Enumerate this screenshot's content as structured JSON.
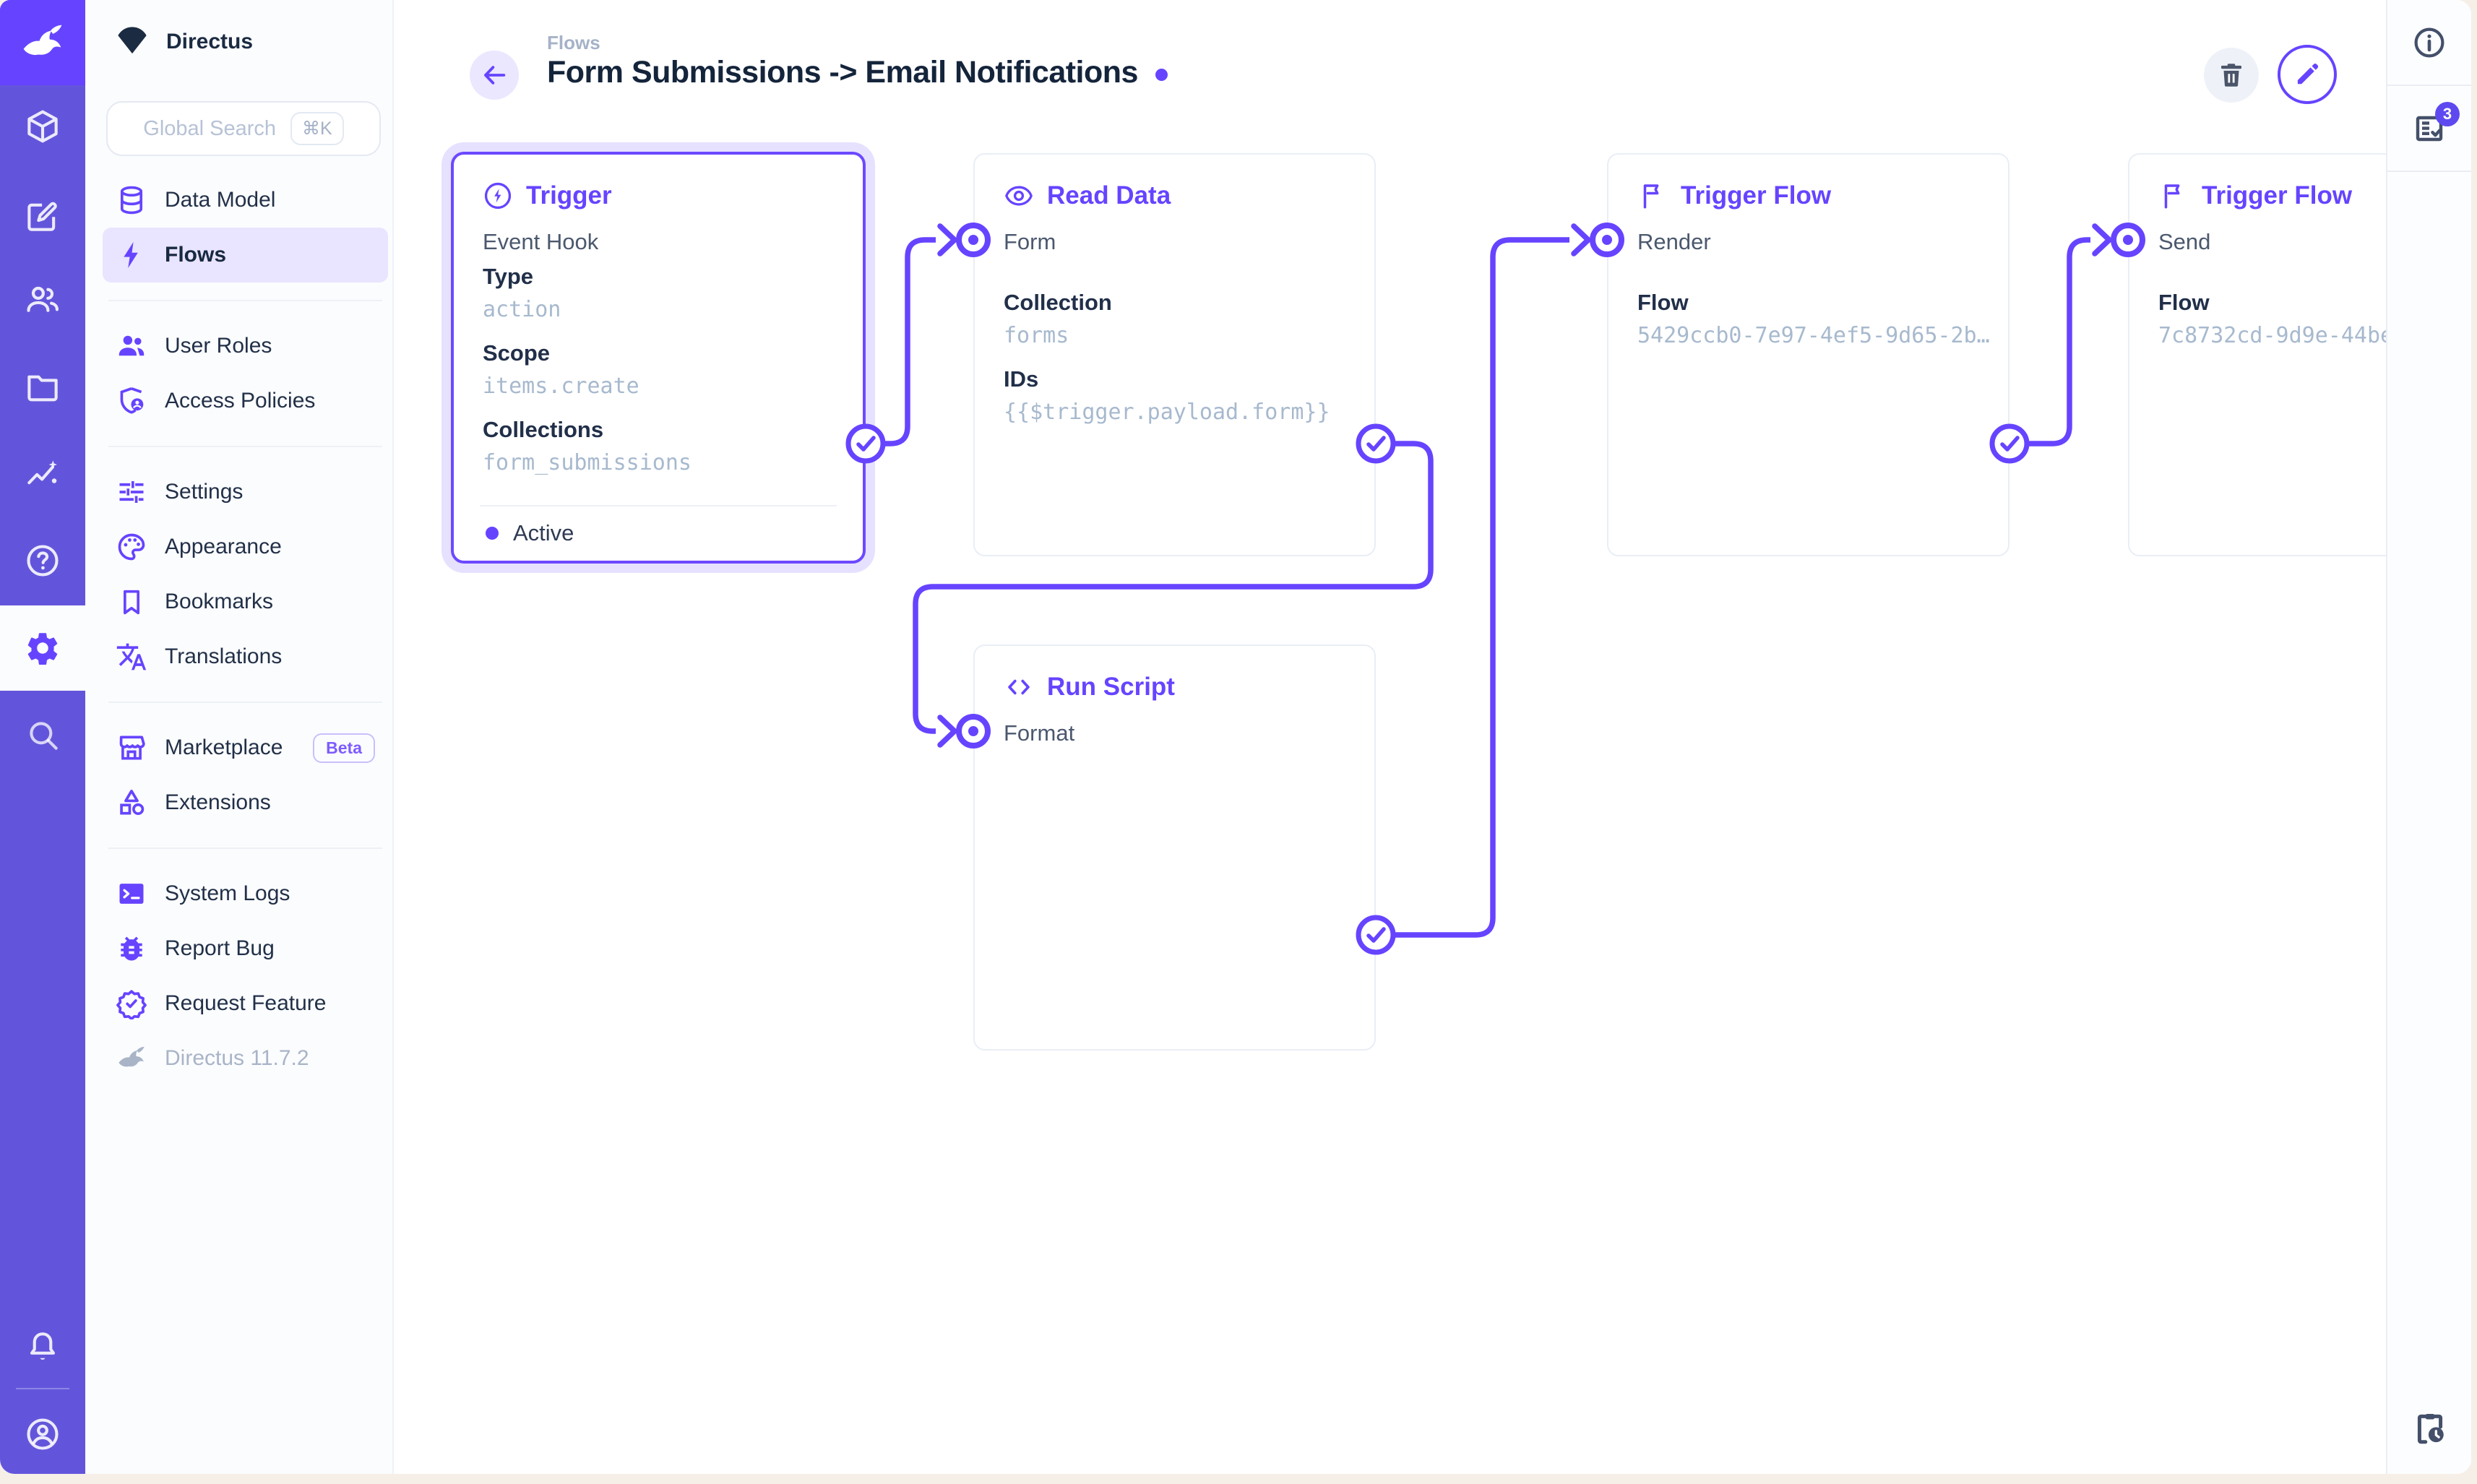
{
  "project": {
    "name": "Directus"
  },
  "colors": {
    "accent": "#6644FF",
    "module_bar": "#6355DB",
    "logo_block": "#6644FF",
    "wire": "#6644FF",
    "selected_glow": "#E2DCFF",
    "mono_value_text": "#A7B9CE",
    "badge_bg": "#5E49F0"
  },
  "module_bar": {
    "icons": [
      "directus-rabbit-logo",
      "box-icon",
      "edit-icon",
      "people-icon",
      "folder-icon",
      "insights-icon",
      "help-icon",
      "settings-icon",
      "search-icon",
      "bell-icon",
      "account-icon"
    ],
    "active_module": "settings"
  },
  "nav": {
    "search": {
      "placeholder": "Global Search",
      "shortcut": "⌘K"
    },
    "items": [
      {
        "label": "Data Model",
        "icon": "database-icon"
      },
      {
        "label": "Flows",
        "icon": "bolt-icon",
        "active": true
      },
      {
        "label": "User Roles",
        "icon": "people-icon"
      },
      {
        "label": "Access Policies",
        "icon": "shield-user-icon"
      },
      {
        "label": "Settings",
        "icon": "tune-icon"
      },
      {
        "label": "Appearance",
        "icon": "palette-icon"
      },
      {
        "label": "Bookmarks",
        "icon": "bookmark-icon"
      },
      {
        "label": "Translations",
        "icon": "translate-icon"
      },
      {
        "label": "Marketplace",
        "icon": "storefront-icon",
        "badge": "Beta"
      },
      {
        "label": "Extensions",
        "icon": "extension-icon"
      },
      {
        "label": "System Logs",
        "icon": "terminal-icon"
      },
      {
        "label": "Report Bug",
        "icon": "bug-icon"
      },
      {
        "label": "Request Feature",
        "icon": "feature-badge-icon"
      },
      {
        "label": "Directus 11.7.2",
        "icon": "rabbit-icon",
        "muted": true
      }
    ]
  },
  "header": {
    "breadcrumb": "Flows",
    "title": "Form Submissions -> Email Notifications"
  },
  "toolbar": {
    "delete_icon": "trash-icon",
    "edit_icon": "pencil-icon"
  },
  "right_sidebar": {
    "revisions_badge": "3"
  },
  "flow": {
    "panels": [
      {
        "title": "Trigger",
        "icon": "bolt-circle-icon",
        "type_label": "Event Hook",
        "fields": [
          {
            "label": "Type",
            "value": "action"
          },
          {
            "label": "Scope",
            "value": "items.create"
          },
          {
            "label": "Collections",
            "value": "form_submissions"
          }
        ],
        "status": "Active",
        "selected": true
      },
      {
        "title": "Read Data",
        "icon": "visibility-icon",
        "input_label": "Form",
        "fields": [
          {
            "label": "Collection",
            "value": "forms"
          },
          {
            "label": "IDs",
            "value": "{{$trigger.payload.form}}"
          }
        ]
      },
      {
        "title": "Run Script",
        "icon": "code-icon",
        "input_label": "Format",
        "fields": []
      },
      {
        "title": "Trigger Flow",
        "icon": "flag-icon",
        "input_label": "Render",
        "fields": [
          {
            "label": "Flow",
            "value": "5429ccb0-7e97-4ef5-9d65-2b…"
          }
        ]
      },
      {
        "title": "Trigger Flow",
        "icon": "flag-icon",
        "input_label": "Send",
        "fields": [
          {
            "label": "Flow",
            "value": "7c8732cd-9d9e-44be"
          }
        ]
      }
    ]
  }
}
